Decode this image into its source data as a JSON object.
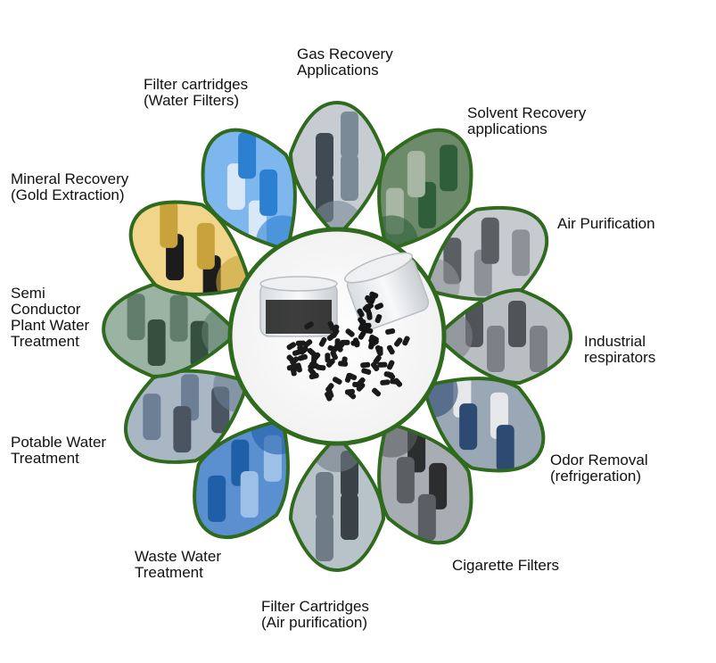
{
  "diagram": {
    "center": {
      "image": "activated-carbon-pellets-spilling-from-jar"
    },
    "colors": {
      "petal_border": "#2f6a1e",
      "center_border": "#2f6a1e",
      "text": "#111111",
      "background": "#ffffff"
    },
    "applications": [
      {
        "lines": [
          "Gas Recovery",
          "Applications"
        ],
        "photo": "gas-recovery-columns-photo"
      },
      {
        "lines": [
          "Solvent Recovery",
          "applications"
        ],
        "photo": "solvent-recovery-tanks-photo"
      },
      {
        "lines": [
          "Air Purification"
        ],
        "photo": "air-purification-vessels-photo"
      },
      {
        "lines": [
          "Industrial",
          "respirators"
        ],
        "photo": "industrial-tanks-photo"
      },
      {
        "lines": [
          "Odor Removal",
          "(refrigeration)"
        ],
        "photo": "worker-in-protective-gear-photo"
      },
      {
        "lines": [
          "Cigarette Filters"
        ],
        "photo": "ventilation-machinery-photo"
      },
      {
        "lines": [
          "Filter Cartridges",
          "(Air purification)"
        ],
        "photo": "steel-filter-vessels-photo"
      },
      {
        "lines": [
          "Waste Water",
          "Treatment"
        ],
        "photo": "blue-filter-housings-photo"
      },
      {
        "lines": [
          "Potable Water",
          "Treatment"
        ],
        "photo": "industrial-plant-photo"
      },
      {
        "lines": [
          "Semi",
          "Conductor",
          "Plant Water",
          "Treatment"
        ],
        "photo": "plant-piping-photo"
      },
      {
        "lines": [
          "Mineral Recovery",
          "(Gold Extraction)"
        ],
        "photo": "gold-extraction-vials-photo"
      },
      {
        "lines": [
          "Filter cartridges",
          "(Water Filters)"
        ],
        "photo": "water-filter-cartridges-photo"
      }
    ]
  }
}
